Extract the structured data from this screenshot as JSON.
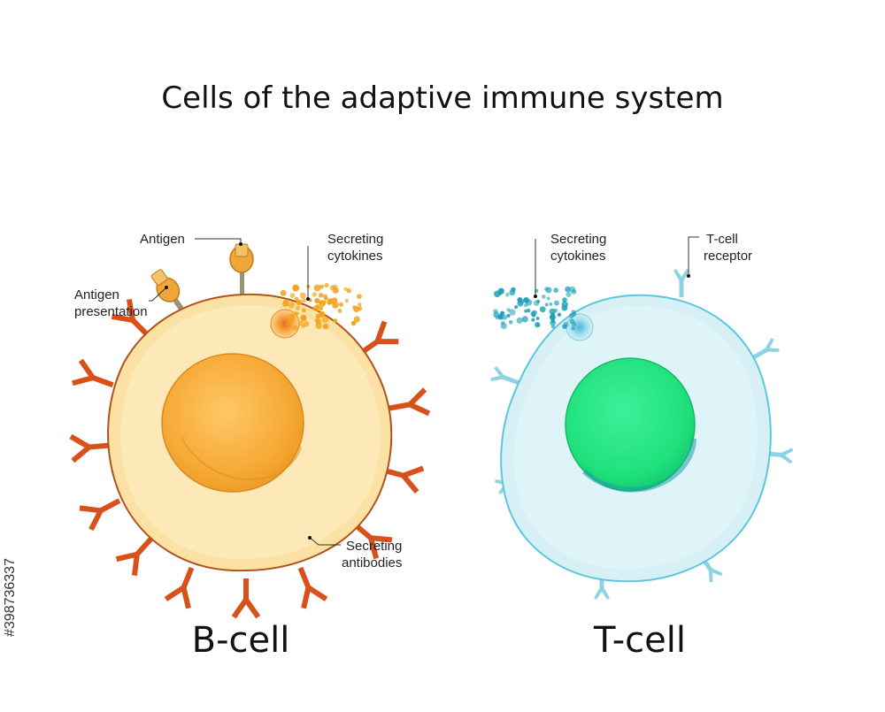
{
  "title": "Cells of the adaptive immune system",
  "b_cell": {
    "name": "B-cell",
    "labels": {
      "antigen": "Antigen",
      "antigen_presentation_1": "Antigen",
      "antigen_presentation_2": "presentation",
      "secreting_cytokines_1": "Secreting",
      "secreting_cytokines_2": "cytokines",
      "secreting_antibodies_1": "Secreting",
      "secreting_antibodies_2": "antibodies"
    },
    "colors": {
      "membrane": "#b2521e",
      "cytoplasm": "#fbe2a4",
      "nucleus": "#f7ad3c",
      "antibody": "#d8501a",
      "cytokine": "#f2a51f"
    }
  },
  "t_cell": {
    "name": "T-cell",
    "labels": {
      "secreting_cytokines_1": "Secreting",
      "secreting_cytokines_2": "cytokines",
      "receptor_1": "T-cell",
      "receptor_2": "receptor"
    },
    "colors": {
      "membrane": "#5ac8de",
      "cytoplasm": "#d6f0f5",
      "nucleus": "#1ce57c",
      "receptor": "#8ed3e4",
      "cytokine": "#1fa1b8"
    }
  },
  "side_id": "#398736337"
}
